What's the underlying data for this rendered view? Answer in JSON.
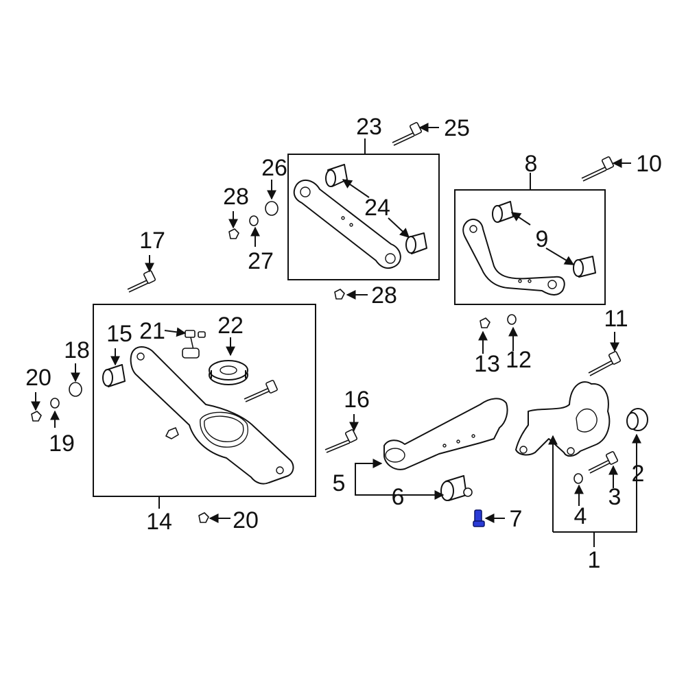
{
  "diagram": {
    "callouts": [
      {
        "id": "c1",
        "text": "1"
      },
      {
        "id": "c2",
        "text": "2"
      },
      {
        "id": "c3",
        "text": "3"
      },
      {
        "id": "c4",
        "text": "4"
      },
      {
        "id": "c5",
        "text": "5"
      },
      {
        "id": "c6",
        "text": "6"
      },
      {
        "id": "c7",
        "text": "7"
      },
      {
        "id": "c8",
        "text": "8"
      },
      {
        "id": "c9",
        "text": "9"
      },
      {
        "id": "c10",
        "text": "10"
      },
      {
        "id": "c11",
        "text": "11"
      },
      {
        "id": "c12",
        "text": "12"
      },
      {
        "id": "c13",
        "text": "13"
      },
      {
        "id": "c14",
        "text": "14"
      },
      {
        "id": "c15",
        "text": "15"
      },
      {
        "id": "c16",
        "text": "16"
      },
      {
        "id": "c17",
        "text": "17"
      },
      {
        "id": "c18",
        "text": "18"
      },
      {
        "id": "c19",
        "text": "19"
      },
      {
        "id": "c20a",
        "text": "20"
      },
      {
        "id": "c20b",
        "text": "20"
      },
      {
        "id": "c21",
        "text": "21"
      },
      {
        "id": "c22",
        "text": "22"
      },
      {
        "id": "c23",
        "text": "23"
      },
      {
        "id": "c24",
        "text": "24"
      },
      {
        "id": "c25",
        "text": "25"
      },
      {
        "id": "c26",
        "text": "26"
      },
      {
        "id": "c27",
        "text": "27"
      },
      {
        "id": "c28a",
        "text": "28"
      },
      {
        "id": "c28b",
        "text": "28"
      }
    ],
    "highlight_color": "#2a3bd6",
    "line_color": "#111111"
  }
}
